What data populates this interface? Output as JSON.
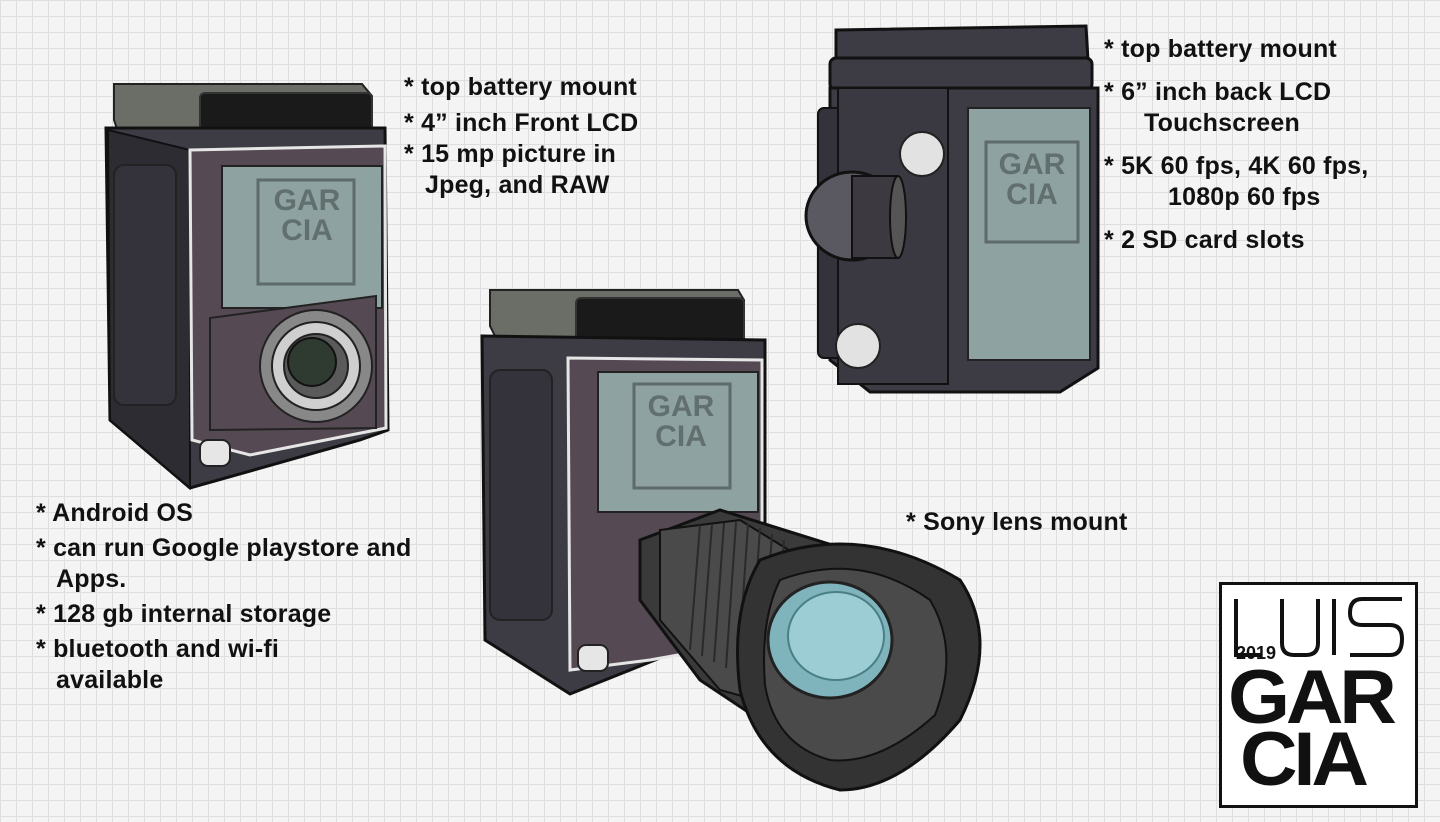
{
  "notes_front": [
    "* top battery mount",
    "* 4” inch Front LCD",
    "* 15 mp picture in",
    "Jpeg, and RAW"
  ],
  "notes_back": [
    "* top battery mount",
    "* 6” inch back LCD",
    "Touchscreen",
    "* 5K 60 fps, 4K 60 fps,",
    "1080p 60 fps",
    "* 2 SD card slots"
  ],
  "notes_system": [
    "* Android OS",
    "* can run Google playstore and",
    "Apps.",
    "* 128 gb internal storage",
    "* bluetooth and wi-fi",
    "available"
  ],
  "notes_lens": "* Sony lens mount",
  "logo": {
    "year": "2019",
    "line1": "GAR",
    "line2": "CIA",
    "top_mark": "LUIS"
  },
  "colors": {
    "body": "#3d3b44",
    "front_panel": "#564b54",
    "lcd": "#8fa2a2",
    "grip_top": "#1a1a1a",
    "lens_glass": "#7fb4bc"
  }
}
